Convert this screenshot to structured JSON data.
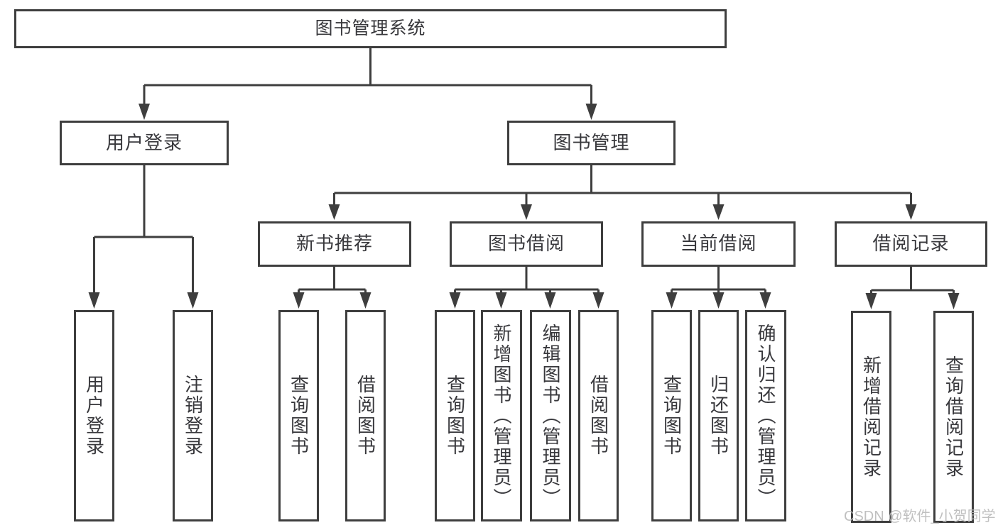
{
  "tree": {
    "root": {
      "label": "图书管理系统"
    },
    "children": [
      {
        "label": "用户登录",
        "children": [
          {
            "label": "用户登录"
          },
          {
            "label": "注销登录"
          }
        ]
      },
      {
        "label": "图书管理",
        "children": [
          {
            "label": "新书推荐",
            "children": [
              {
                "label": "查询图书"
              },
              {
                "label": "借阅图书"
              }
            ]
          },
          {
            "label": "图书借阅",
            "children": [
              {
                "label": "查询图书"
              },
              {
                "label": "新增图书（管理员）"
              },
              {
                "label": "编辑图书（管理员）"
              },
              {
                "label": "借阅图书"
              }
            ]
          },
          {
            "label": "当前借阅",
            "children": [
              {
                "label": "查询图书"
              },
              {
                "label": "归还图书"
              },
              {
                "label": "确认归还（管理员）"
              }
            ]
          },
          {
            "label": "借阅记录",
            "children": [
              {
                "label": "新增借阅记录"
              },
              {
                "label": "查询借阅记录"
              }
            ]
          }
        ]
      }
    ]
  },
  "watermark": {
    "text": "CSDN @软件_小贺同学"
  },
  "colors": {
    "line": "#3e3e3e",
    "text": "#38383c",
    "box_background": "#ffffff",
    "watermark": "#b9b9b9"
  }
}
